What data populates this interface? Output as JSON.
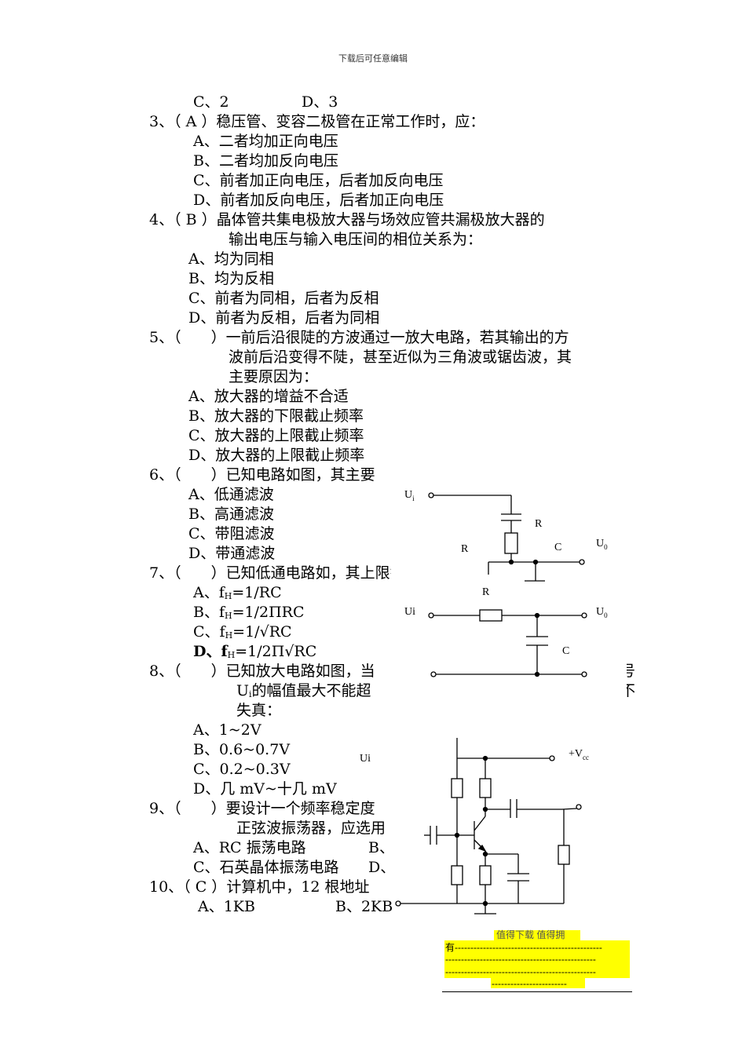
{
  "header": "下载后可任意编辑",
  "q2_tail": {
    "c": "C、2",
    "d": "D、3"
  },
  "q3": {
    "num": "3、",
    "ans": "（ A ）",
    "stem": "稳压管、变容二极管在正常工作时，应：",
    "a": "A、二者均加正向电压",
    "b": "B、二者均加反向电压",
    "c": "C、前者加正向电压，后者加反向电压",
    "d": "D、前者加反向电压，后者加正向电压"
  },
  "q4": {
    "num": "4、",
    "ans": "（ B ）",
    "stem1": "晶体管共集电极放大器与场效应管共漏极放大器的",
    "stem2": "输出电压与输入电压间的相位关系为：",
    "a": "A、均为同相",
    "b": "B、均为反相",
    "c": "C、前者为同相，后者为反相",
    "d": "D、前者为反相，后者为同相"
  },
  "q5": {
    "num": "5、",
    "ans": "（　　）",
    "stem1": "一前后沿很陡的方波通过一放大电路，若其输出的方",
    "stem2": "波前后沿变得不陡，甚至近似为三角波或锯齿波，其",
    "stem3": "主要原因为：",
    "a": "A、放大器的增益不合适",
    "b": "B、放大器的下限截止频率",
    "c": "C、放大器的上限截止频率",
    "d": "D、放大器的上限截止频率"
  },
  "q6": {
    "num": "6、",
    "ans": "（　　）",
    "stem": "已知电路如图，其主要",
    "a": "A、低通滤波",
    "b": "B、高通滤波",
    "c": "C、带阻滤波",
    "d": "D、带通滤波"
  },
  "q7": {
    "num": "7、",
    "ans": "（　　）",
    "stem": "已知低通电路如，其上限截止频率为：",
    "a_pre": "A、f",
    "a_post": "=1/RC",
    "b_pre": "B、f",
    "b_post": "=1/2ΠRC",
    "c_pre": "C、f",
    "c_post": "=1/√RC",
    "d_pre": "D、f",
    "d_post": "=1/2Π√RC",
    "sub": "H"
  },
  "q8": {
    "num": "8、",
    "ans": "（　　）",
    "stem1": "已知放大电路如图，当",
    "stem2_pre": "U",
    "stem2_sub": "i",
    "stem2": "的幅值最大不能超",
    "stem3": "失真：",
    "right1": "号",
    "right2": "不",
    "a": "A、1~2V",
    "b": "B、0.6~0.7V",
    "c": "C、0.2~0.3V",
    "d": "D、几 mV~十几 mV"
  },
  "q9": {
    "num": "9、",
    "ans": "（　　）",
    "stem1": "要设计一个频率稳定度",
    "stem2": "正弦波振荡器，应选用",
    "a": "A、RC 振荡电路",
    "b": "B、L",
    "c": "C、石英晶体振荡电路",
    "d": "D、"
  },
  "q10": {
    "num": "10、",
    "ans": "（ C ）",
    "stem": "计算机中，12 根地址",
    "a": "A、1KB",
    "b": "B、2KB"
  },
  "fig1": {
    "ui": "U",
    "ui_sub": "i",
    "r_top": "R",
    "r_left": "R",
    "c": "C",
    "uo": "U",
    "uo_sub": "0"
  },
  "fig2": {
    "r": "R",
    "ui": "Ui",
    "uo": "U",
    "uo_sub": "0",
    "c": "C"
  },
  "fig3": {
    "ui": "Ui",
    "vcc": "+V",
    "vcc_sub": "cc"
  },
  "footer_note": {
    "line0": "值得下载 值得拥",
    "line1": "有-----------------------------------------------",
    "line2": "------------------------------------------------",
    "line3": "------------------------------------------------",
    "line4": "------------------------"
  }
}
